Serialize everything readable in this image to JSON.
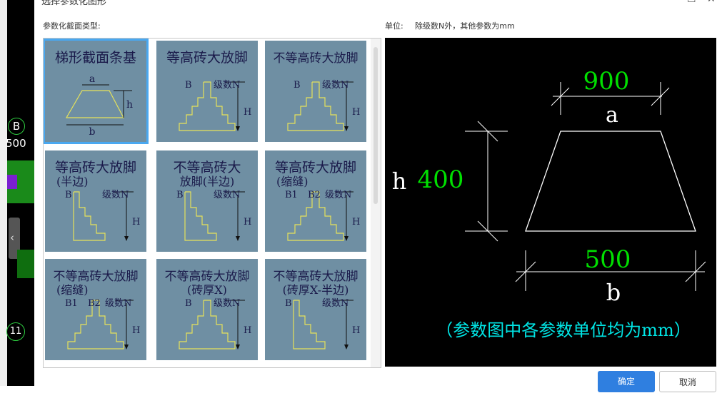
{
  "dialog": {
    "title": "选择参数化图形",
    "section_label": "参数化截面类型:",
    "unit_label": "单位:",
    "unit_text": "除级数N外，其他参数为mm",
    "ok_label": "确定",
    "cancel_label": "取消"
  },
  "background": {
    "bubble_b": "B",
    "value_500": "500",
    "bubble_11": "11",
    "chevron": "‹"
  },
  "tiles": [
    {
      "title1": "梯形截面条基",
      "title2": "",
      "selected": true,
      "labels": [
        "a",
        "h",
        "b"
      ]
    },
    {
      "title1": "等高砖大放脚",
      "title2": "",
      "selected": false,
      "labels": [
        "B",
        "级数N",
        "H"
      ]
    },
    {
      "title1": "不等高砖大放脚",
      "title2": "",
      "selected": false,
      "labels": [
        "B",
        "级数N",
        "H"
      ]
    },
    {
      "title1": "等高砖大放脚",
      "title2": "(半边)",
      "selected": false,
      "labels": [
        "B",
        "级数N",
        "H"
      ]
    },
    {
      "title1": "不等高砖大",
      "title2": "放脚(半边)",
      "selected": false,
      "labels": [
        "B",
        "级数N",
        "H"
      ]
    },
    {
      "title1": "等高砖大放脚",
      "title2": "(缩缝)",
      "selected": false,
      "labels": [
        "B1",
        "B2",
        "级数N",
        "H"
      ]
    },
    {
      "title1": "不等高砖大放脚",
      "title2": "(缩缝)",
      "selected": false,
      "labels": [
        "B1",
        "B2",
        "级数N",
        "H"
      ]
    },
    {
      "title1": "不等高砖大放脚",
      "title2": "(砖厚X)",
      "selected": false,
      "labels": [
        "B",
        "级数N",
        "H"
      ]
    },
    {
      "title1": "不等高砖大放脚",
      "title2": "(砖厚X-半边)",
      "selected": false,
      "labels": [
        "B",
        "级数N",
        "H"
      ]
    }
  ],
  "preview": {
    "a_value": "900",
    "a_label": "a",
    "h_label": "h",
    "h_value": "400",
    "b_value": "500",
    "b_label": "b",
    "note": "（参数图中各参数单位均为mm）",
    "value_color": "#00e000",
    "note_color": "#00e5e5"
  }
}
